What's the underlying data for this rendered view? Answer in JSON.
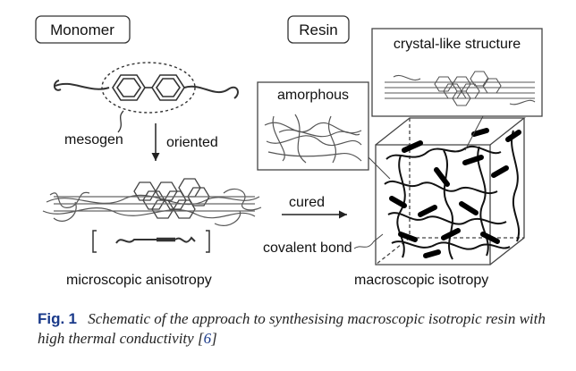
{
  "figure": {
    "labels": {
      "monomer": "Monomer",
      "resin": "Resin",
      "mesogen": "mesogen",
      "oriented": "oriented",
      "cured": "cured",
      "micro_aniso": "microscopic anisotropy",
      "amorphous": "amorphous",
      "crystal_like": "crystal-like structure",
      "covalent_bond": "covalent bond",
      "macro_iso": "macroscopic isotropy"
    }
  },
  "caption": {
    "fig_label": "Fig.",
    "fig_num": "1",
    "text": "Schematic of the approach to synthesising macroscopic isotropic resin with high thermal conductivity",
    "cite_open": "[",
    "cite": "6",
    "cite_close": "]"
  }
}
